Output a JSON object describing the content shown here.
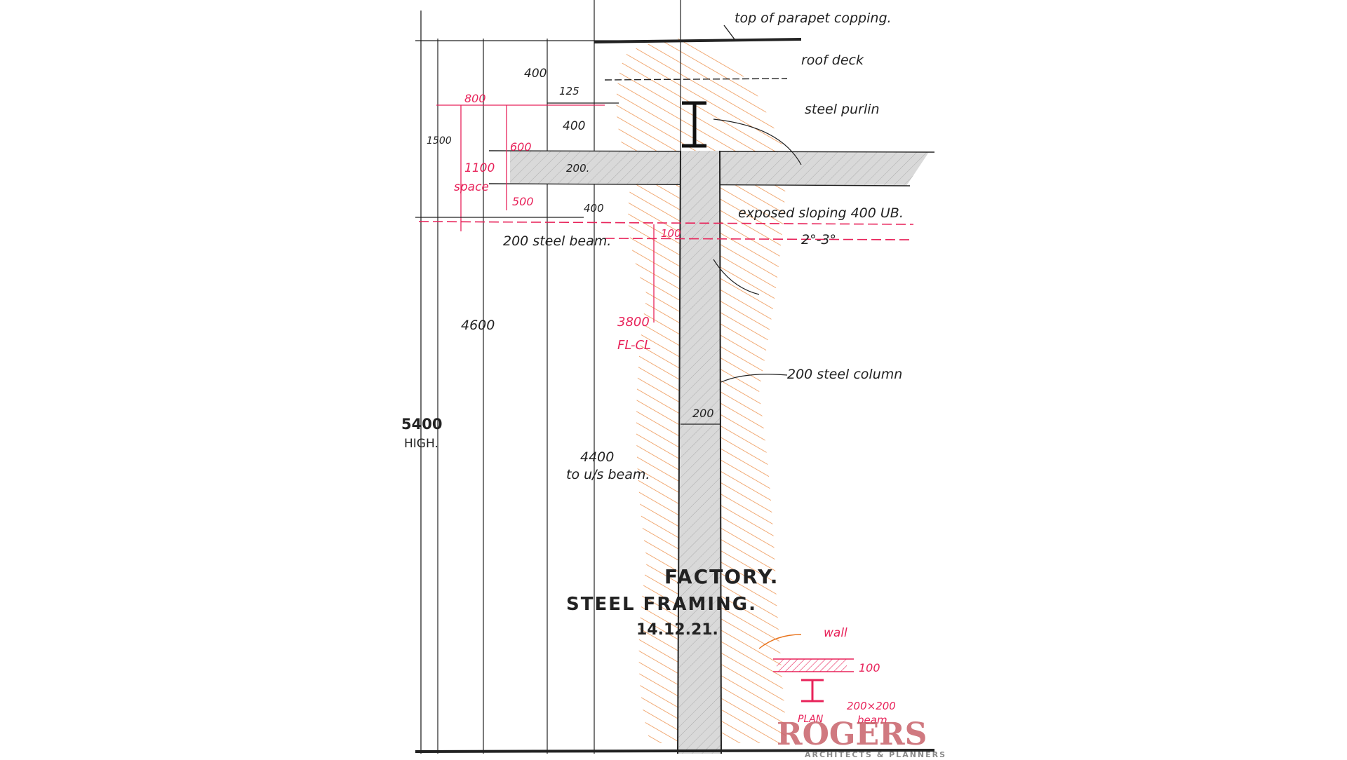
{
  "sheet": {
    "title_line1": "FACTORY.",
    "title_line2": "STEEL FRAMING.",
    "date": "14.12.21."
  },
  "labels": {
    "top_parapet": "top of parapet copping.",
    "roof_deck": "roof deck",
    "steel_purlin": "steel purlin",
    "exposed_sloping": "exposed sloping 400 UB.",
    "slope_degrees": "2°-3°",
    "steel_beam": "200 steel beam.",
    "steel_column": "200 steel column",
    "column_width": "200",
    "to_us_beam_dim": "4400",
    "to_us_beam": "to u/s beam.",
    "overall_height_value": "5400",
    "overall_height_label": "HIGH.",
    "height_4600": "4600",
    "height_1500": "1500"
  },
  "dims_black": {
    "d400_top": "400",
    "d125": "125",
    "d400_mid": "400",
    "d200": "200.",
    "d400_low": "400"
  },
  "dims_pink": {
    "d800": "800",
    "d600": "600",
    "d1100": "1100",
    "space": "space",
    "d500": "500",
    "d100": "100",
    "d3800": "3800",
    "fl_cl": "FL-CL"
  },
  "plan_detail": {
    "wall": "wall",
    "d100": "100",
    "beam_size": "200×200",
    "beam_word": "beam",
    "plan": "PLAN"
  },
  "logo": {
    "name": "ROGERS",
    "tagline": "ARCHITECTS & PLANNERS"
  },
  "colors": {
    "ink": "#222222",
    "pink": "#e8235a",
    "orange": "#e8731c",
    "steel_fill": "#d9d9d9",
    "logo": "#c8626a"
  }
}
